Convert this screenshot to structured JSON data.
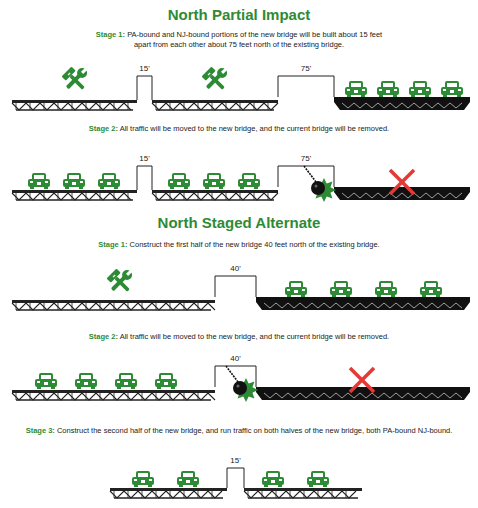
{
  "diagram": {
    "labels": [
      "North Partial Impact",
      "Stage 1:",
      "PA-bound and NJ-bound portions of the new bridge will be built about 15 feet apart from each other about 75 feet north of the existing bridge.",
      "15'",
      "75'",
      "Stage 2:",
      "All traffic will be moved to the new bridge, and the current bridge will be removed.",
      "15'",
      "75'",
      "North Staged Alternate",
      "Stage 1:",
      "Construct the first half of the new bridge 40 feet north of the existing bridge.",
      "40'",
      "Stage 2:",
      "All traffic will be moved to the new bridge, and the current bridge will be removed.",
      "40'",
      "Stage 3:",
      "Construct the second half of the new bridge, and run traffic on both halves of the new bridge, both PA-bound NJ-bound.",
      "15'"
    ]
  }
}
